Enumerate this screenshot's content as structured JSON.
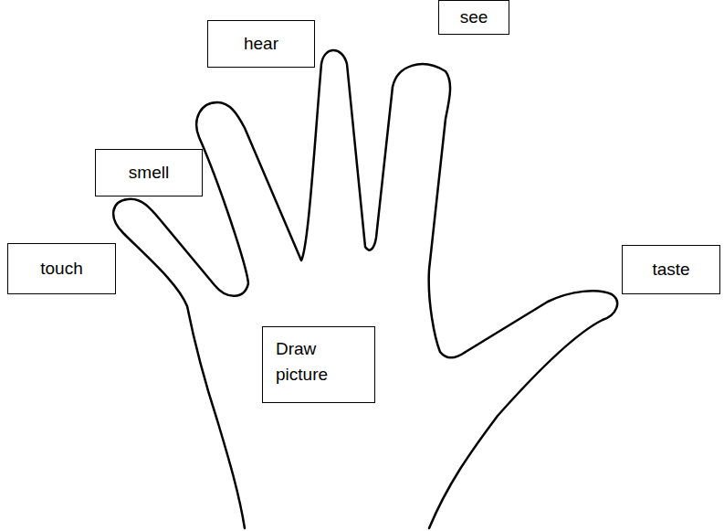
{
  "diagram": {
    "nodes": [
      {
        "text": [
          "hear"
        ]
      },
      {
        "text": [
          "see"
        ]
      },
      {
        "text": [
          "smell"
        ]
      },
      {
        "text": [
          "touch"
        ]
      },
      {
        "text": [
          "taste"
        ]
      },
      {
        "text": [
          "Draw picture"
        ]
      }
    ]
  }
}
